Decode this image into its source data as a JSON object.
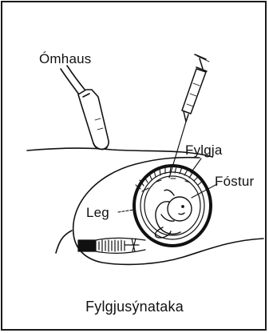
{
  "labels": {
    "ultrasound": "Ómhaus",
    "placenta": "Fylgja",
    "fetus": "Fóstur",
    "uterus": "Leg"
  },
  "caption": "Fylgjusýnataka",
  "colors": {
    "ink": "#111111",
    "border": "#1a1a1a",
    "background": "#ffffff"
  },
  "icons": {
    "probe": "ultrasound-probe-icon",
    "syringe": "syringe-icon",
    "fetus": "fetus-icon"
  }
}
